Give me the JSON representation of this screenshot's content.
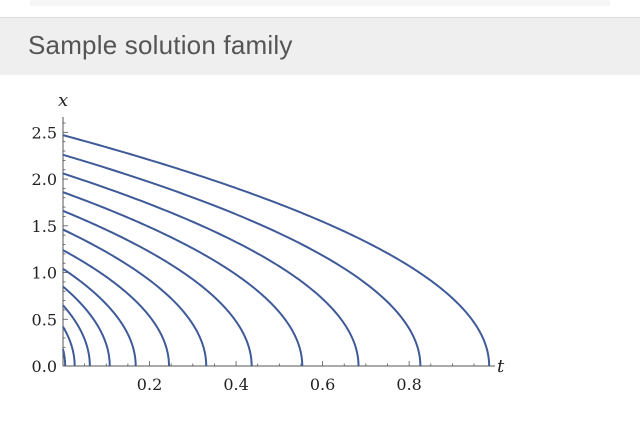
{
  "header": {
    "title": "Sample solution family"
  },
  "chart_data": {
    "type": "line",
    "title": "Sample solution family",
    "xlabel": "t",
    "ylabel": "x",
    "xlim": [
      0,
      0.98
    ],
    "ylim": [
      0,
      2.6
    ],
    "x_ticks": [
      "0.2",
      "0.4",
      "0.6",
      "0.8"
    ],
    "y_ticks": [
      "0.0",
      "0.5",
      "1.0",
      "1.5",
      "2.0",
      "2.5"
    ],
    "series_color": "#3f5a98",
    "curve_form": "x = x0 * sqrt(1 - t / tmax)",
    "series": [
      {
        "x0": 0.18,
        "tmax": 0.005
      },
      {
        "x0": 0.42,
        "tmax": 0.027
      },
      {
        "x0": 0.65,
        "tmax": 0.062
      },
      {
        "x0": 0.85,
        "tmax": 0.108
      },
      {
        "x0": 1.04,
        "tmax": 0.168
      },
      {
        "x0": 1.24,
        "tmax": 0.245
      },
      {
        "x0": 1.46,
        "tmax": 0.331
      },
      {
        "x0": 1.66,
        "tmax": 0.436
      },
      {
        "x0": 1.86,
        "tmax": 0.553
      },
      {
        "x0": 2.06,
        "tmax": 0.683
      },
      {
        "x0": 2.26,
        "tmax": 0.826
      },
      {
        "x0": 2.47,
        "tmax": 0.985
      }
    ]
  }
}
